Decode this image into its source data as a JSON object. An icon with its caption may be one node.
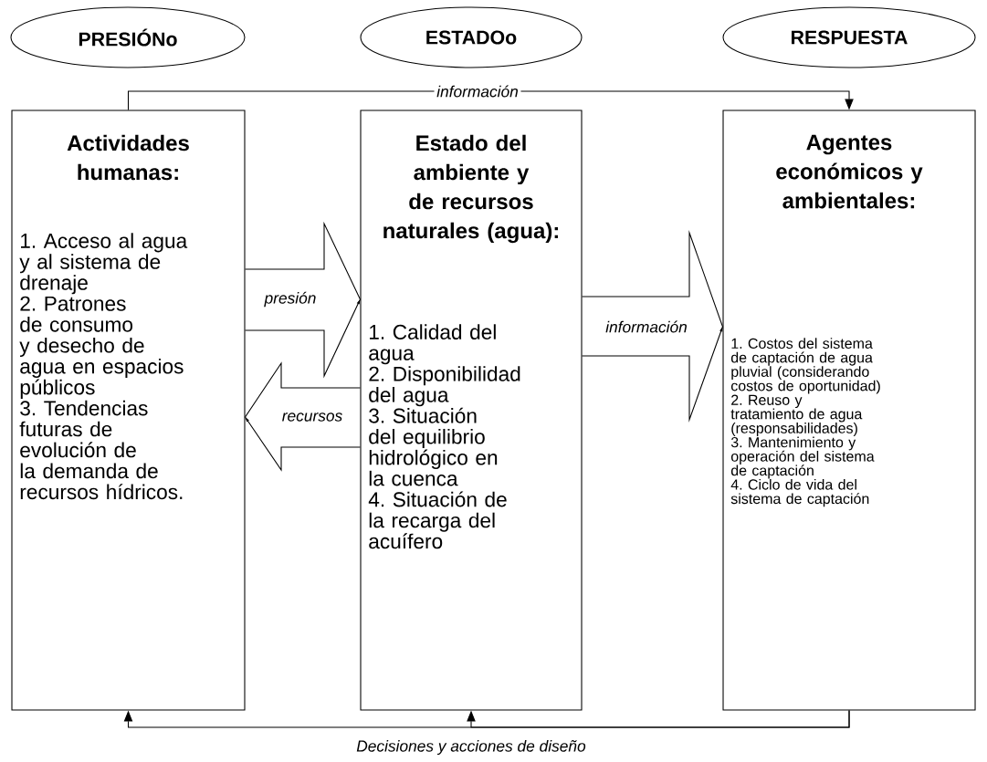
{
  "diagram": {
    "nodes": [
      {
        "text": [
          "PRESIÓNo"
        ]
      },
      {
        "text": [
          "ESTADOo"
        ]
      },
      {
        "text": [
          "RESPUESTA"
        ]
      },
      {
        "text": [
          "Actividades humanas:",
          "1. Acceso al agua y al sistema de drenaje",
          "2. Patrones de consumo y desecho de agua en espacios públicos",
          "3. Tendencias futuras de evolución de la demanda de recursos hídricos."
        ]
      },
      {
        "text": [
          "Estado del ambiente y de recursos naturales (agua):",
          "1. Calidad del agua",
          "2. Disponibilidad del agua",
          "3. Situación del equilibrio hidrológico en la cuenca",
          "4. Situación de la recarga del acuífero"
        ]
      },
      {
        "text": [
          "Agentes económicos y ambientales:",
          "1. Costos del sistema de captación de agua pluvial (considerando costos de oportunidad)",
          "2. Reuso y tratamiento de agua (responsabilidades)",
          "3. Mantenimiento y operación del sistema de captación",
          "4. Ciclo de vida del sistema de captación"
        ]
      }
    ],
    "edges": [
      {
        "from": 3,
        "to": 5,
        "arrow": "to",
        "label": "información"
      },
      {
        "from": 3,
        "to": 4,
        "arrow": "to",
        "label": "presión"
      },
      {
        "from": 4,
        "to": 3,
        "arrow": "to",
        "label": "recursos"
      },
      {
        "from": 4,
        "to": 5,
        "arrow": "to",
        "label": "información"
      },
      {
        "from": 5,
        "to": 3,
        "arrow": "to",
        "label": "Decisiones y acciones de diseño"
      },
      {
        "from": 5,
        "to": 4,
        "arrow": "to"
      }
    ]
  }
}
